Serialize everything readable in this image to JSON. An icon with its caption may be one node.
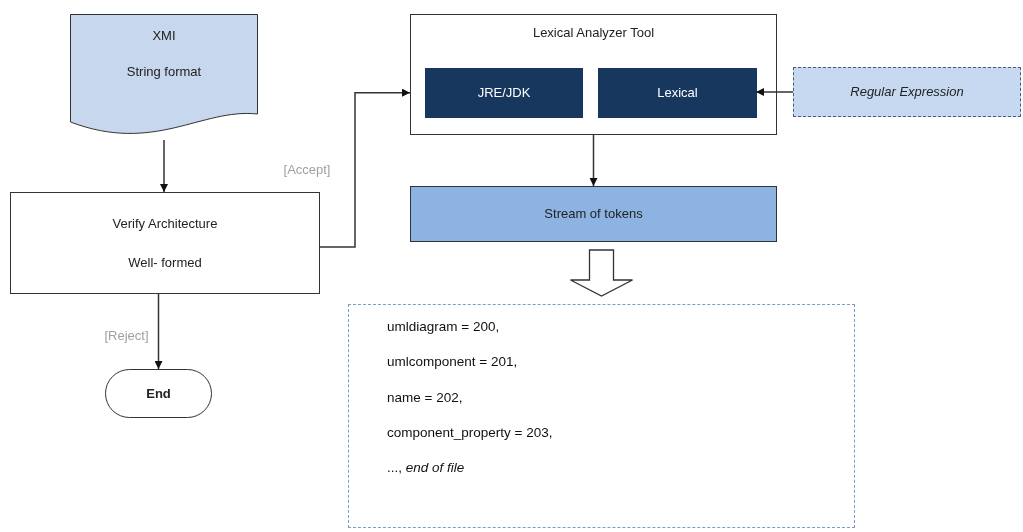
{
  "diagram": {
    "nodes": [
      {
        "text": [
          "XMI",
          "String format"
        ]
      },
      {
        "text": [
          "Verify Architecture",
          "Well- formed"
        ]
      },
      {
        "text": [
          "End"
        ]
      },
      {
        "text": [
          "Lexical Analyzer Tool"
        ]
      },
      {
        "text": [
          "JRE/JDK"
        ],
        "in": 3
      },
      {
        "text": [
          "Lexical"
        ],
        "in": 3
      },
      {
        "text": [
          "Regular Expression"
        ]
      },
      {
        "text": [
          "Stream of tokens"
        ]
      },
      {
        "text": [
          "umldiagram = 200,",
          "umlcomponent = 201,",
          "name = 202,",
          "component_property = 203,",
          "..., *end of file*"
        ]
      }
    ],
    "edges": [
      {
        "from": 0,
        "to": 1,
        "arrow": "to"
      },
      {
        "from": 1,
        "to": 3,
        "arrow": "to",
        "label": "[Accept]"
      },
      {
        "from": 1,
        "to": 2,
        "arrow": "to",
        "label": "[Reject]"
      },
      {
        "from": 6,
        "to": 5,
        "arrow": "to"
      },
      {
        "from": 3,
        "to": 7,
        "arrow": "to"
      },
      {
        "from": 7,
        "to": 8,
        "arrow": "to",
        "style": "thick"
      }
    ]
  }
}
